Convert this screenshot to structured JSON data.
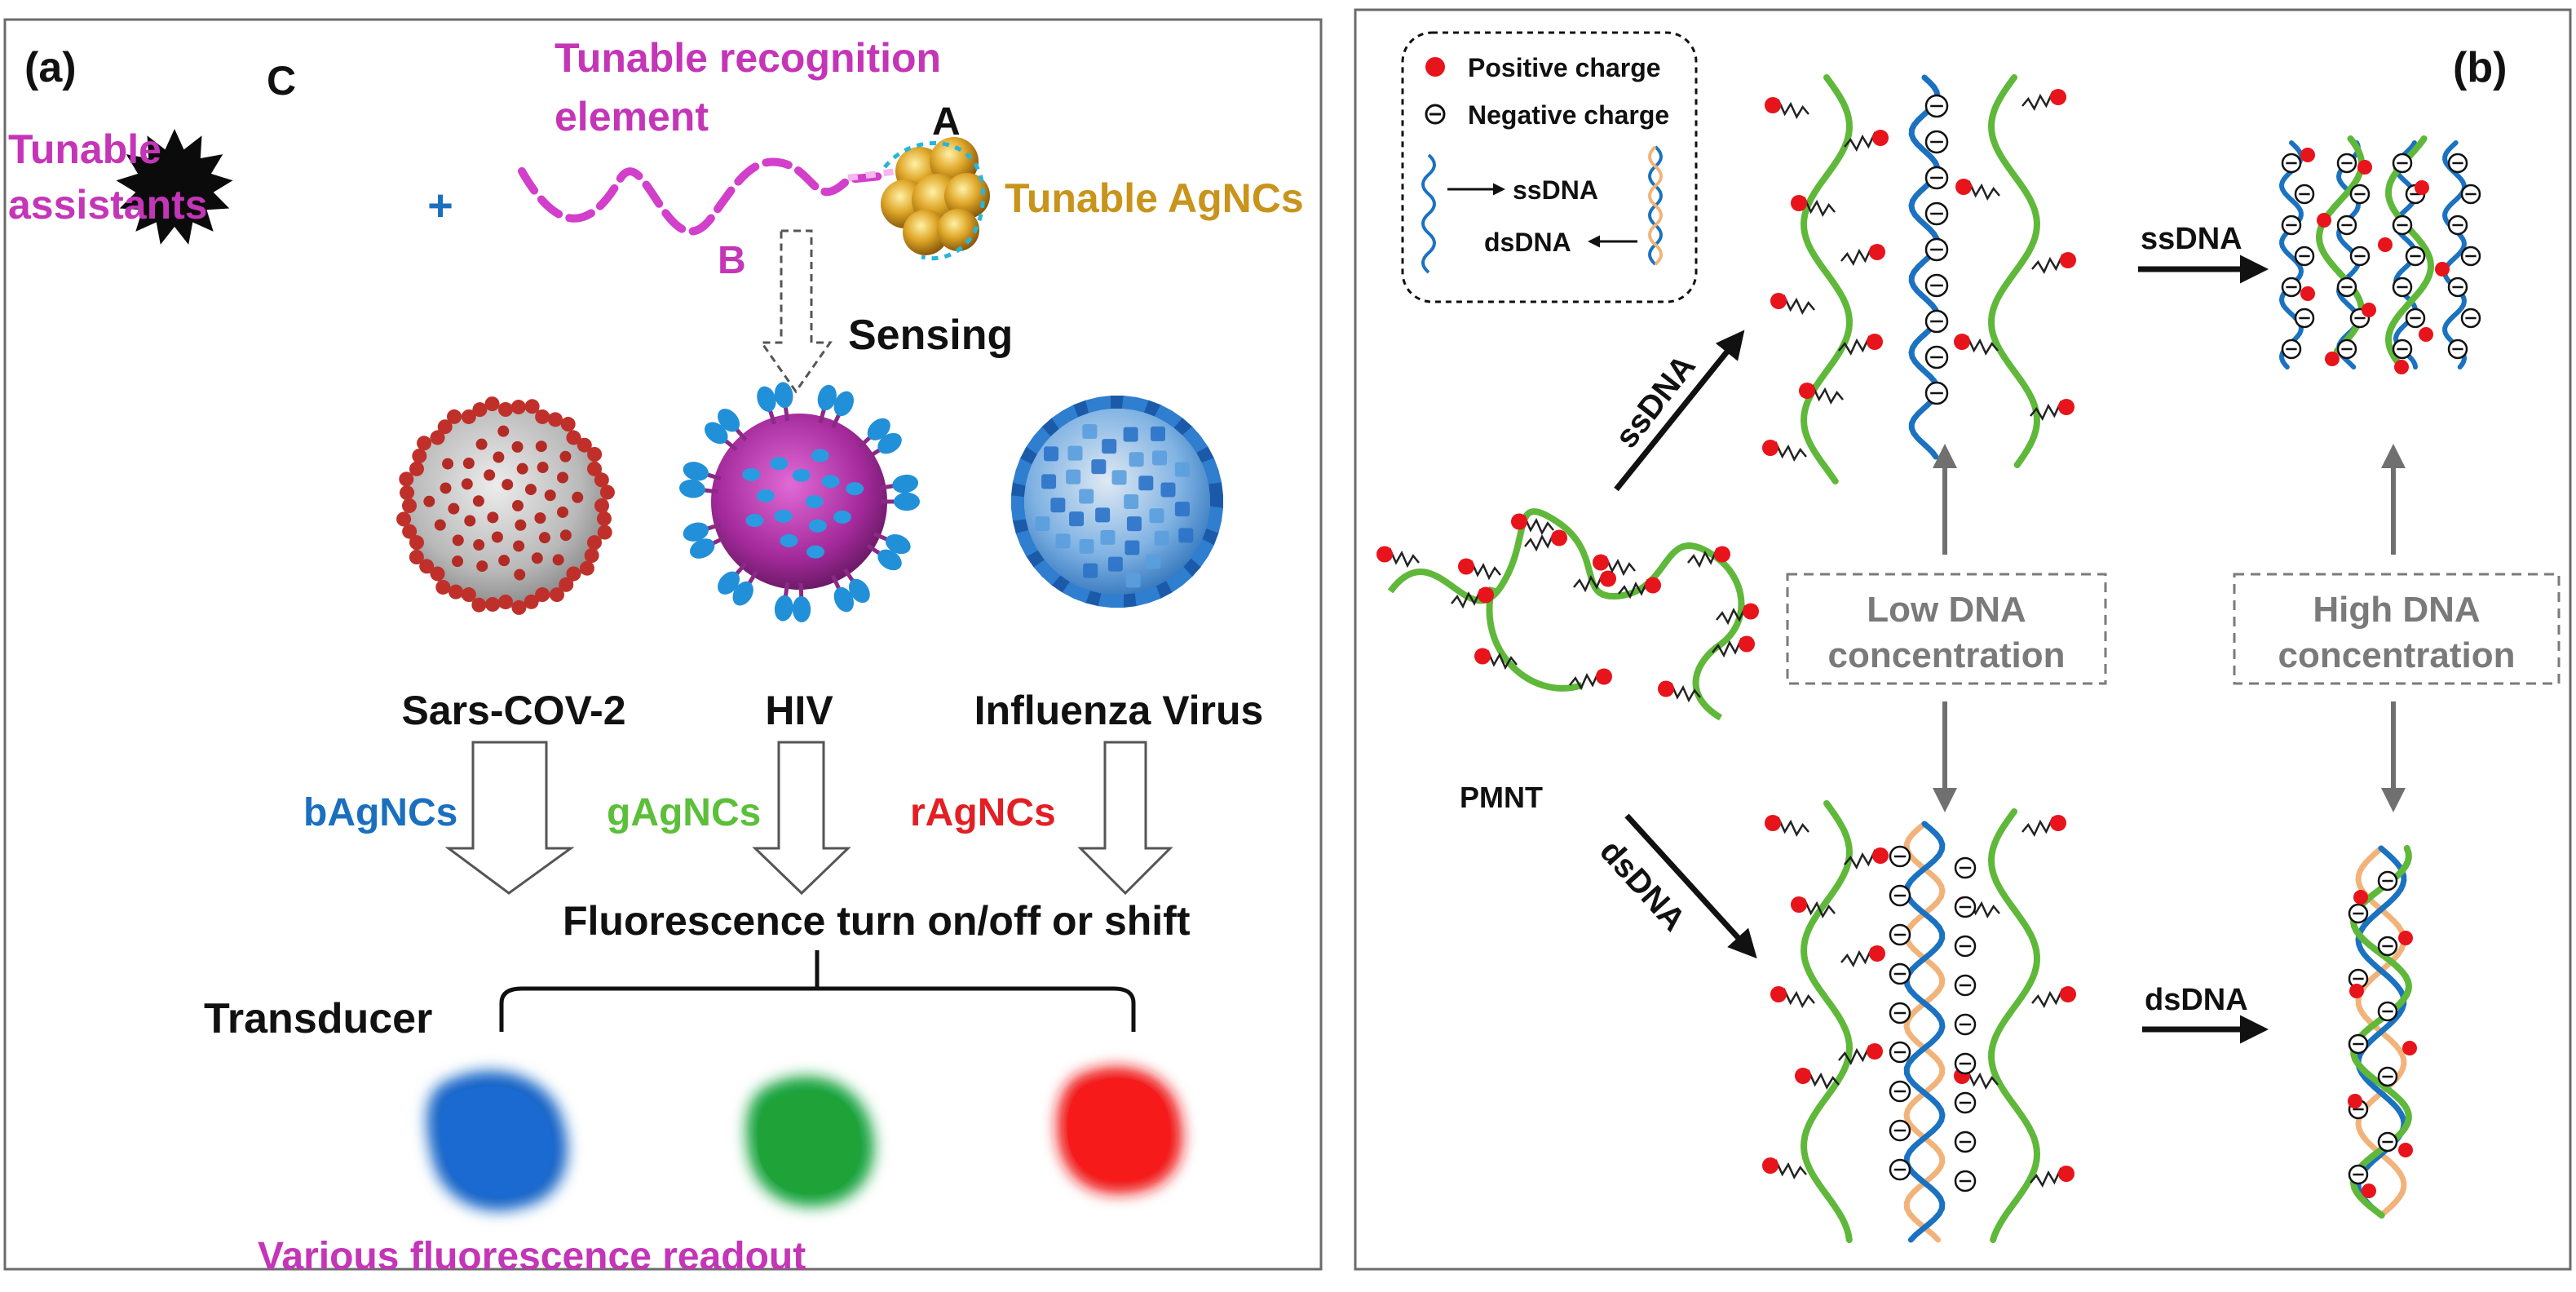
{
  "colors": {
    "magenta": "#c435b7",
    "blue": "#1a6fbf",
    "green": "#5cbf3a",
    "red": "#e31e24",
    "gold": "#c8941c",
    "dna_blue": "#1a72c0",
    "dna_green": "#5fb83a",
    "dna_orange": "#f2b37a",
    "charge_red": "#e8141b",
    "gray": "#707070",
    "black": "#111111"
  },
  "panel_a": {
    "label": "(a)",
    "letter_c": "C",
    "tunable_assistants": [
      "Tunable",
      "assistants"
    ],
    "plus": "+",
    "recognition": [
      "Tunable recognition",
      "element"
    ],
    "letter_b": "B",
    "letter_a": "A",
    "tunable_agncs": "Tunable AgNCs",
    "sensing": "Sensing",
    "viruses": [
      "Sars-COV-2",
      "HIV",
      "Influenza Virus"
    ],
    "agncs_labels": [
      "bAgNCs",
      "gAgNCs",
      "rAgNCs"
    ],
    "fluorescence": "Fluorescence turn on/off or shift",
    "transducer": "Transducer",
    "readout": "Various fluorescence readout",
    "icons": [
      "star-burst-icon",
      "silver-nanocluster-icon",
      "sars-cov-2-virus-icon",
      "hiv-virus-icon",
      "influenza-virus-icon"
    ]
  },
  "panel_b": {
    "label": "(b)",
    "legend": {
      "positive": "Positive charge",
      "negative": "Negative charge",
      "ssdna": "ssDNA",
      "dsdna": "dsDNA"
    },
    "minus_glyph": "⊖",
    "pmnt": "PMNT",
    "arrow_ss": "ssDNA",
    "arrow_ds": "dsDNA",
    "low_box": [
      "Low DNA",
      "concentration"
    ],
    "high_box": [
      "High DNA",
      "concentration"
    ],
    "right_ss": "ssDNA",
    "right_ds": "dsDNA"
  }
}
